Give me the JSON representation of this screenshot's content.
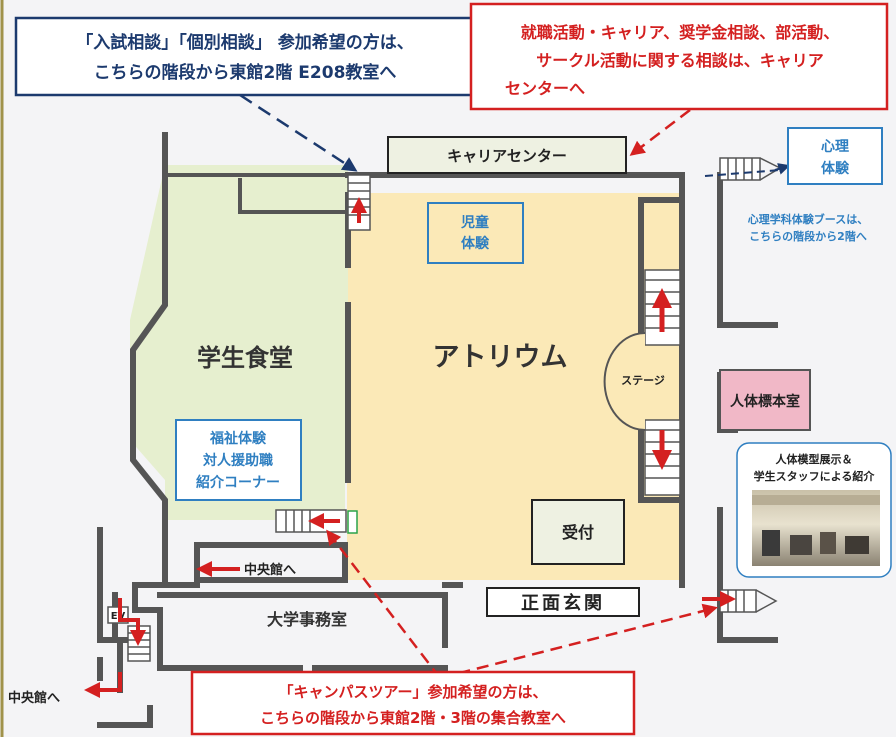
{
  "callouts": {
    "admission_line1": "「入試相談」「個別相談」 参加希望の方は、",
    "admission_line2": "こちらの階段から東館2階 E208教室へ",
    "career_line1": "就職活動・キャリア、奨学金相談、部活動、",
    "career_line2": "サークル活動に関する相談は、キャリア",
    "career_line3": "センターへ",
    "tour_line1": "「キャンパスツアー」参加希望の方は、",
    "tour_line2": "こちらの階段から東館2階・3階の集合教室へ"
  },
  "rooms": {
    "career_center": "キャリアセンター",
    "cafeteria": "学生食堂",
    "atrium": "アトリウム",
    "stage": "ステージ",
    "reception": "受付",
    "office": "大学事務室",
    "anatomy_room": "人体標本室",
    "front_entrance": "正面玄関",
    "ev": "EV"
  },
  "booths": {
    "child_1": "児童",
    "child_2": "体験",
    "welfare_1": "福祉体験",
    "welfare_2": "対人援助職",
    "welfare_3": "紹介コーナー",
    "psych_1": "心理",
    "psych_2": "体験"
  },
  "notes": {
    "psych_line1": "心理学科体験ブースは、",
    "psych_line2": "こちらの階段から2階へ",
    "model_line1": "人体模型展示＆",
    "model_line2": "学生スタッフによる紹介"
  },
  "directions": {
    "to_central_1": "中央館へ",
    "to_central_2": "中央館へ"
  },
  "colors": {
    "navy": "#1c3a6e",
    "red": "#d42020",
    "blue_box": "#2f7fc1",
    "atrium_fill": "#fbe9b7",
    "cafeteria_fill": "#e6efcf",
    "career_fill": "#eef1e2",
    "anatomy_fill": "#f1b8c7"
  }
}
